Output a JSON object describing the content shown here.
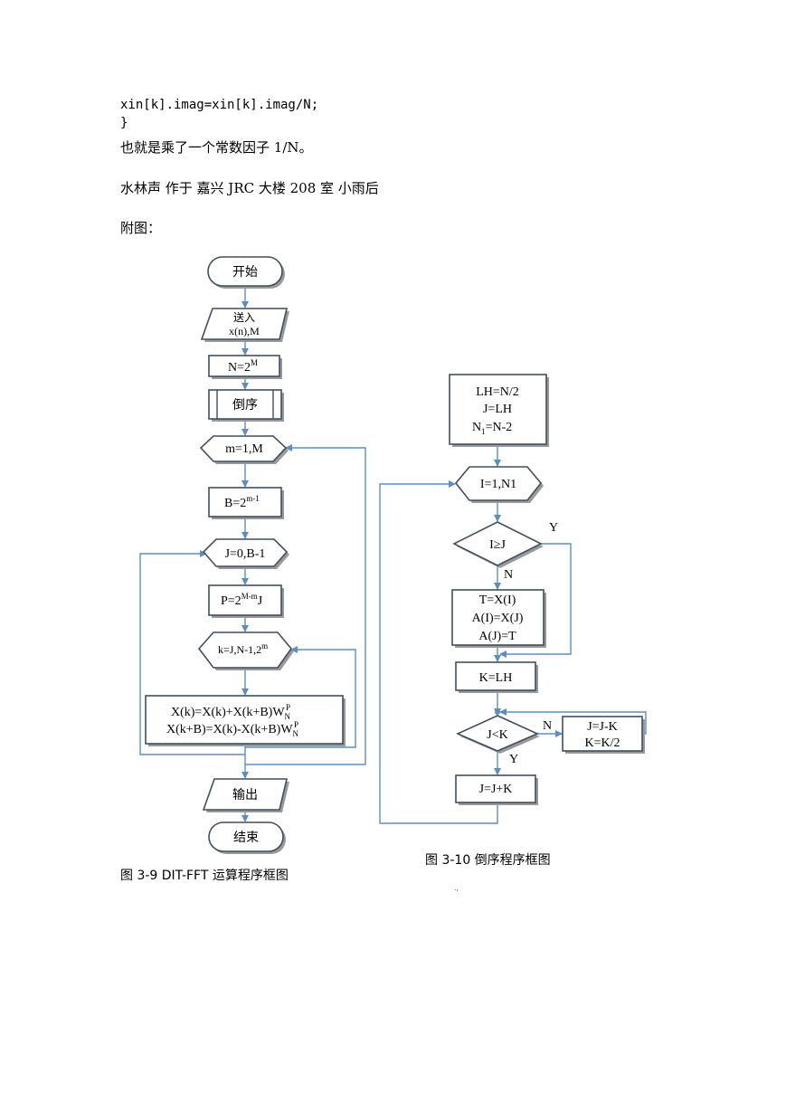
{
  "text": {
    "code_line1": "xin[k].imag=xin[k].imag/N;",
    "code_line2": "}",
    "para1": "也就是乘了一个常数因子 1/N。",
    "para2": "水林声 作于 嘉兴 JRC 大楼 208 室 小雨后",
    "para3": "附图："
  },
  "fig1": {
    "caption": "图 3-9   DIT-FFT 运算程序框图",
    "start": "开始",
    "input_l1": "送入",
    "input_l2": "x(n),M",
    "n_base": "N=2",
    "n_exp": "M",
    "bitrev": "倒序",
    "loop_m": "m=1,M",
    "b_base": "B=2",
    "b_exp": "m-1",
    "loop_j": "J=0,B-1",
    "p_base": "P=2",
    "p_exp": "M-m",
    "p_tail": "J",
    "loop_k_base": "k=J,N-1,2",
    "loop_k_exp": "m",
    "bf_l1": "X(k)=X(k)+X(k+B)W",
    "bf_l2": "X(k+B)=X(k)-X(k+B)W",
    "bf_sub": "N",
    "bf_sup": "P",
    "output": "输出",
    "end": "结束"
  },
  "fig2": {
    "caption": "图 3-10  倒序程序框图",
    "init_l1": "LH=N/2",
    "init_l2": "J=LH",
    "init_l3_a": "N",
    "init_l3_sub": "1",
    "init_l3_b": "=N-2",
    "loop_i": "I=1,N1",
    "cond1": "I≥J",
    "yes1": "Y",
    "no1": "N",
    "swap_l1": "T=X(I)",
    "swap_l2": "A(I)=X(J)",
    "swap_l3": "A(J)=T",
    "k_assign": "K=LH",
    "cond2": "J<K",
    "no2": "N",
    "yes2": "Y",
    "jk_l1": "J=J-K",
    "jk_l2": "K=K/2",
    "jplus": "J=J+K",
    "mark": ".,"
  }
}
